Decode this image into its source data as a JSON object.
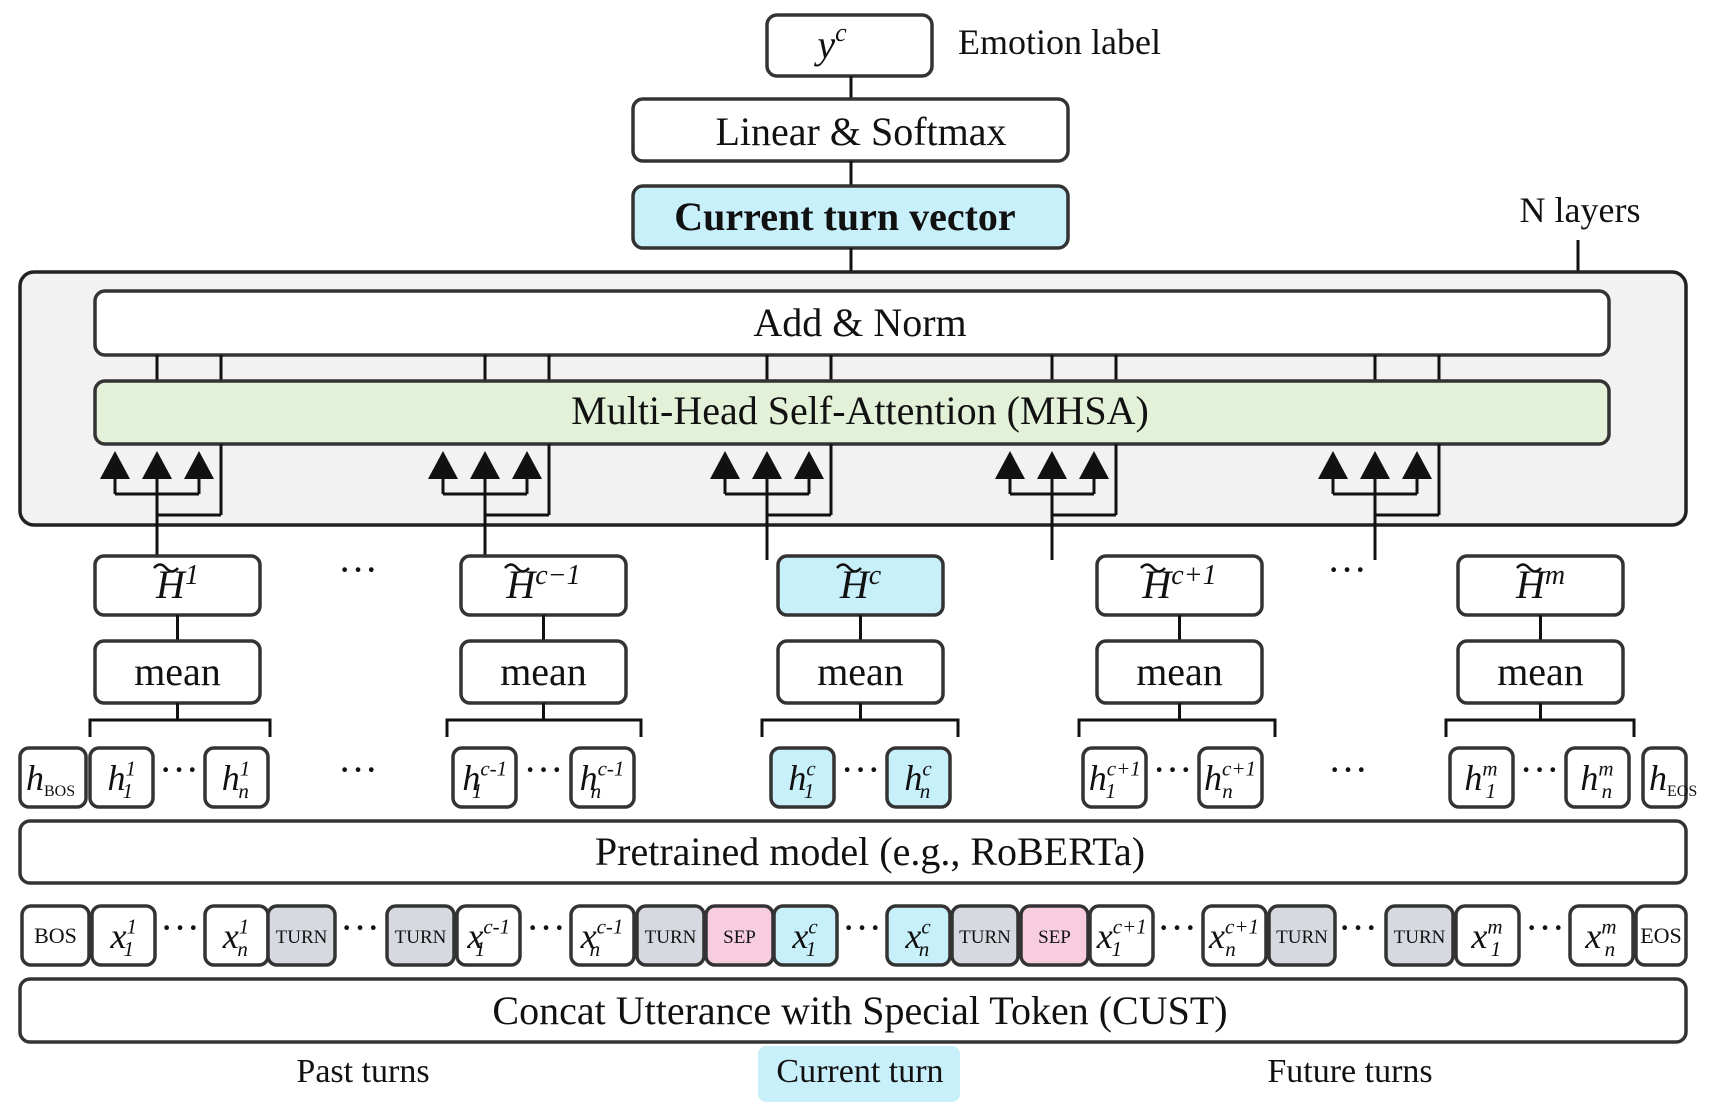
{
  "top": {
    "emotion_label_var": "y",
    "emotion_label_sup": "c",
    "emotion_label_caption": "Emotion label",
    "linear_softmax": "Linear & Softmax",
    "current_turn_vector": "Current turn vector",
    "n_layers": "N layers"
  },
  "block": {
    "add_norm": "Add & Norm",
    "mhsa": "Multi-Head Self-Attention (MHSA)"
  },
  "turn_vectors": [
    {
      "var": "H",
      "sup": "1",
      "highlight": false
    },
    {
      "var": "H",
      "sup": "c−1",
      "highlight": false
    },
    {
      "var": "H",
      "sup": "c",
      "highlight": true
    },
    {
      "var": "H",
      "sup": "c+1",
      "highlight": false
    },
    {
      "var": "H",
      "sup": "m",
      "highlight": false
    }
  ],
  "mean_label": "mean",
  "ellipsis": "···",
  "hidden_states": {
    "bos": {
      "var": "h",
      "sub": "BOS"
    },
    "eos": {
      "var": "h",
      "sub": "EOS"
    },
    "groups": [
      {
        "sup": "1",
        "first_sub": "1",
        "last_sub": "n",
        "highlight": false
      },
      {
        "sup": "c-1",
        "first_sub": "1",
        "last_sub": "n",
        "highlight": false
      },
      {
        "sup": "c",
        "first_sub": "1",
        "last_sub": "n",
        "highlight": true
      },
      {
        "sup": "c+1",
        "first_sub": "1",
        "last_sub": "n",
        "highlight": false
      },
      {
        "sup": "m",
        "first_sub": "1",
        "last_sub": "n",
        "highlight": false
      }
    ]
  },
  "pretrained_model": "Pretrained model (e.g., RoBERTa)",
  "tokens": {
    "bos": "BOS",
    "eos": "EOS",
    "turn": "TURN",
    "sep": "SEP",
    "token_var": "x",
    "x1_sup": "1",
    "xc1_sup": "c-1",
    "xc_sup": "c",
    "xcp1_sup": "c+1",
    "xm_sup": "m",
    "sub_first": "1",
    "sub_last": "n"
  },
  "cust": "Concat Utterance with Special Token (CUST)",
  "turn_labels": {
    "past": "Past turns",
    "current": "Current turn",
    "future": "Future turns"
  },
  "colors": {
    "highlight_cyan": "#c8f0fa",
    "mhsa_green": "#e3f1d9",
    "turn_gray": "#d6dae0",
    "sep_pink": "#f8cde0",
    "outer_block": "#f2f2f2"
  }
}
